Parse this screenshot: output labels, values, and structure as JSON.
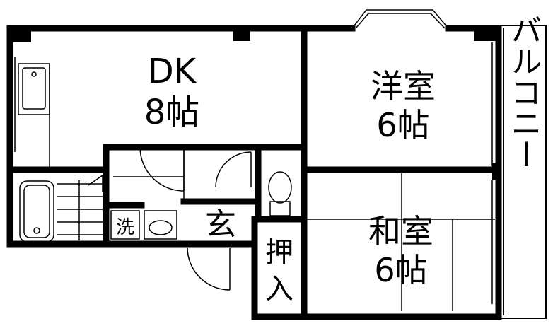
{
  "rooms": {
    "dk": {
      "name": "DK",
      "size": "8帖"
    },
    "yoshitsu": {
      "name": "洋室",
      "size": "6帖"
    },
    "washitsu": {
      "name": "和室",
      "size": "6帖"
    }
  },
  "labels": {
    "balcony": "バルコニー",
    "genkan": "玄",
    "oshiire_1": "押",
    "oshiire_2": "入",
    "washer": "洗"
  },
  "colors": {
    "wall": "#000000",
    "background": "#ffffff"
  }
}
